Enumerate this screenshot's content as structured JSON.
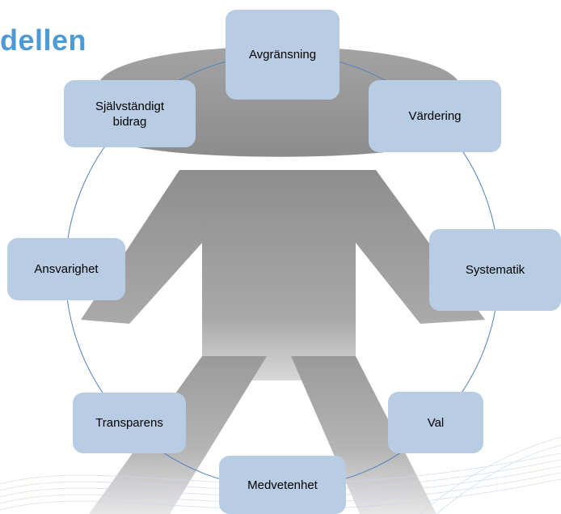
{
  "title": "dellen",
  "nodes": [
    {
      "id": "avgransning",
      "label": "Avgränsning"
    },
    {
      "id": "vardering",
      "label": "Värdering"
    },
    {
      "id": "systematik",
      "label": "Systematik"
    },
    {
      "id": "val",
      "label": "Val"
    },
    {
      "id": "medvetenhet",
      "label": "Medvetenhet"
    },
    {
      "id": "transparens",
      "label": "Transparens"
    },
    {
      "id": "ansvarighet",
      "label": "Ansvarighet"
    },
    {
      "id": "sjalvstandigt",
      "label": "Självständigt bidrag"
    }
  ],
  "colors": {
    "title": "#4d9ad6",
    "node_fill": "#b8cce4",
    "ring": "#4f81bd",
    "figure": "#9a9a9a"
  }
}
